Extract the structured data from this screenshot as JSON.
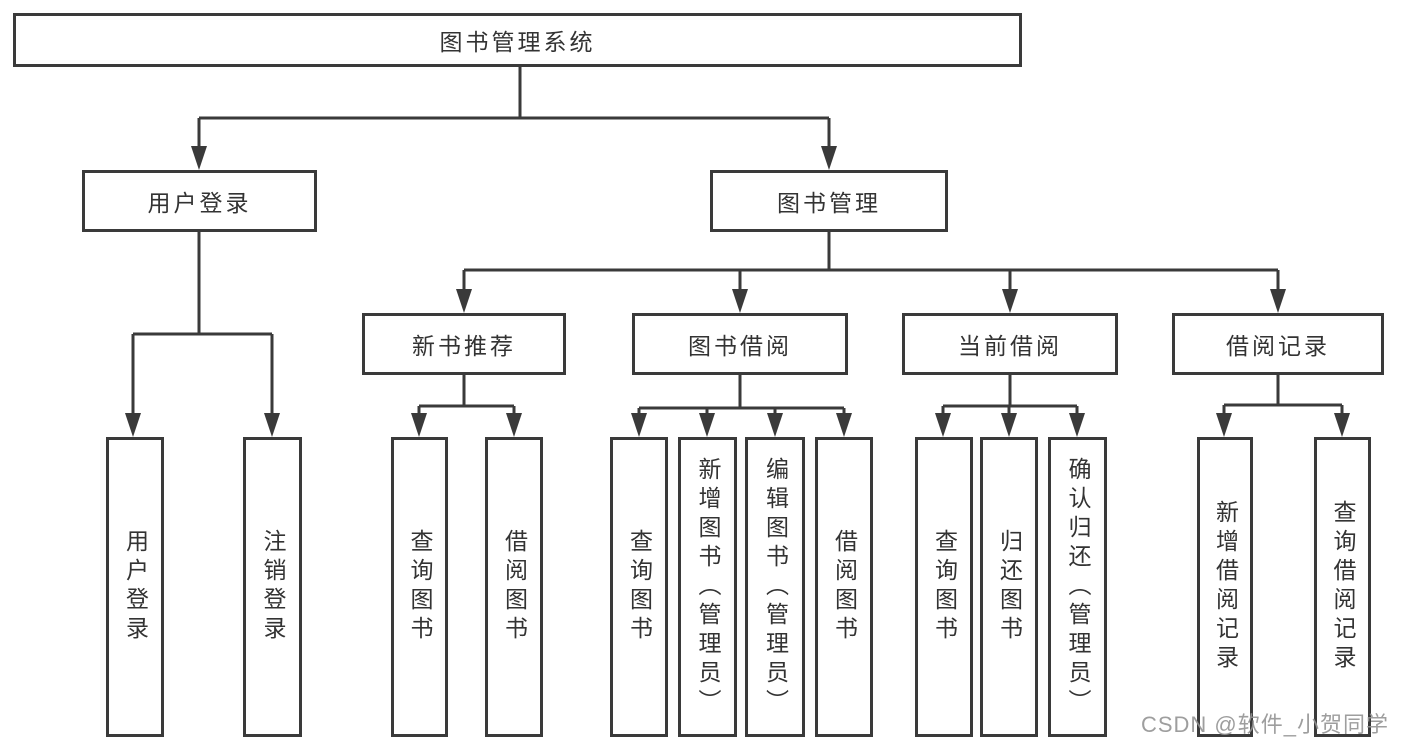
{
  "colors": {
    "line": "#3a3a3a",
    "text": "#333333",
    "watermark": "#949494",
    "background": "#ffffff"
  },
  "diagram": {
    "root": {
      "label": "图书管理系统"
    },
    "user_branch": {
      "label": "用户登录",
      "children": [
        {
          "label": "用户登录"
        },
        {
          "label": "注销登录"
        }
      ]
    },
    "mgmt_branch": {
      "label": "图书管理",
      "sections": [
        {
          "label": "新书推荐",
          "children": [
            {
              "label": "查询图书"
            },
            {
              "label": "借阅图书"
            }
          ]
        },
        {
          "label": "图书借阅",
          "children": [
            {
              "label": "查询图书"
            },
            {
              "label": "新增图书（管理员）"
            },
            {
              "label": "编辑图书（管理员）"
            },
            {
              "label": "借阅图书"
            }
          ]
        },
        {
          "label": "当前借阅",
          "children": [
            {
              "label": "查询图书"
            },
            {
              "label": "归还图书"
            },
            {
              "label": "确认归还（管理员）"
            }
          ]
        },
        {
          "label": "借阅记录",
          "children": [
            {
              "label": "新增借阅记录"
            },
            {
              "label": "查询借阅记录"
            }
          ]
        }
      ]
    }
  },
  "watermark": {
    "text": "CSDN @软件_小贺同学"
  }
}
